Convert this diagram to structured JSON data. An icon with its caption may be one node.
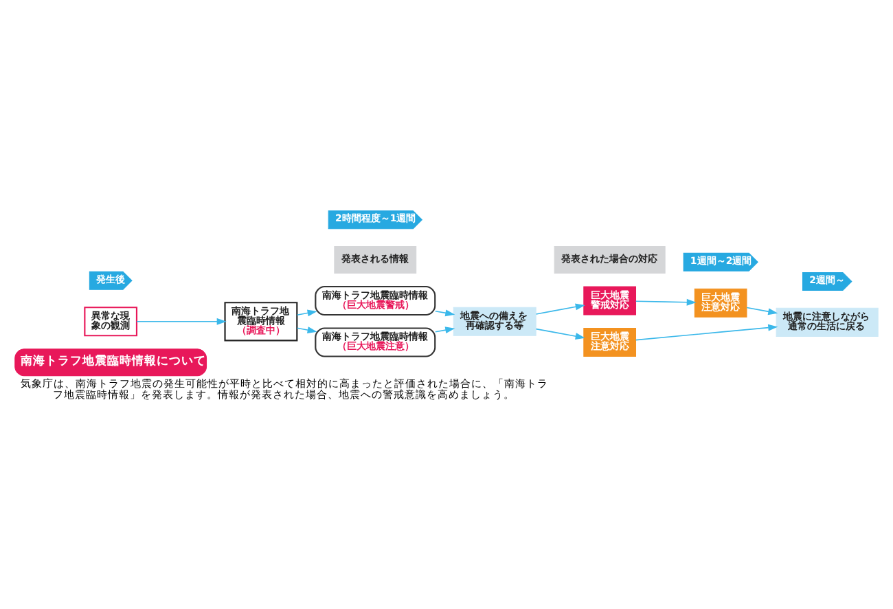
{
  "diagram": {
    "title": "南海トラフ地震臨時情報について",
    "caption": "気象庁は、南海トラフ地震の発生可能性が平時と比べて相対的に高まったと評価された場合に、「南海トラフ地震臨時情報」を発表します。情報が発表された場合、地震への警戒意識を高めましょう。",
    "nodes": [
      {
        "text": [
          "異常な現象の観測"
        ]
      },
      {
        "text": [
          "南海トラフ地震臨時情報",
          "（調査中）"
        ]
      },
      {
        "text": [
          "発表される情報"
        ]
      },
      {
        "text": [
          "南海トラフ地震臨時情報",
          "（巨大地震警戒）"
        ]
      },
      {
        "text": [
          "南海トラフ地震臨時情報",
          "（巨大地震注意）"
        ]
      },
      {
        "text": [
          "発表された場合の対応"
        ]
      },
      {
        "text": [
          "地震への備えを再確認する等"
        ]
      },
      {
        "text": [
          "巨大地震警戒対応"
        ]
      },
      {
        "text": [
          "巨大地震注意対応"
        ]
      },
      {
        "text": [
          "巨大地震注意対応"
        ]
      },
      {
        "text": [
          "地震に注意しながら通常の生活に戻る"
        ]
      },
      {
        "text": [
          "発生後"
        ]
      },
      {
        "text": [
          "2時間程度～1週間"
        ]
      },
      {
        "text": [
          "1週間～2週間"
        ]
      },
      {
        "text": [
          "2週間～"
        ]
      }
    ],
    "edges": [
      {
        "from": 0,
        "to": 1,
        "arrow": "to"
      },
      {
        "from": 1,
        "to": 3,
        "arrow": "to"
      },
      {
        "from": 1,
        "to": 4,
        "arrow": "to"
      },
      {
        "from": 3,
        "to": 6,
        "arrow": "to"
      },
      {
        "from": 4,
        "to": 6,
        "arrow": "to"
      },
      {
        "from": 6,
        "to": 7,
        "arrow": "to"
      },
      {
        "from": 6,
        "to": 8,
        "arrow": "to"
      },
      {
        "from": 7,
        "to": 9,
        "arrow": "to"
      },
      {
        "from": 9,
        "to": 10,
        "arrow": "to"
      },
      {
        "from": 8,
        "to": 10,
        "arrow": "to"
      }
    ]
  }
}
